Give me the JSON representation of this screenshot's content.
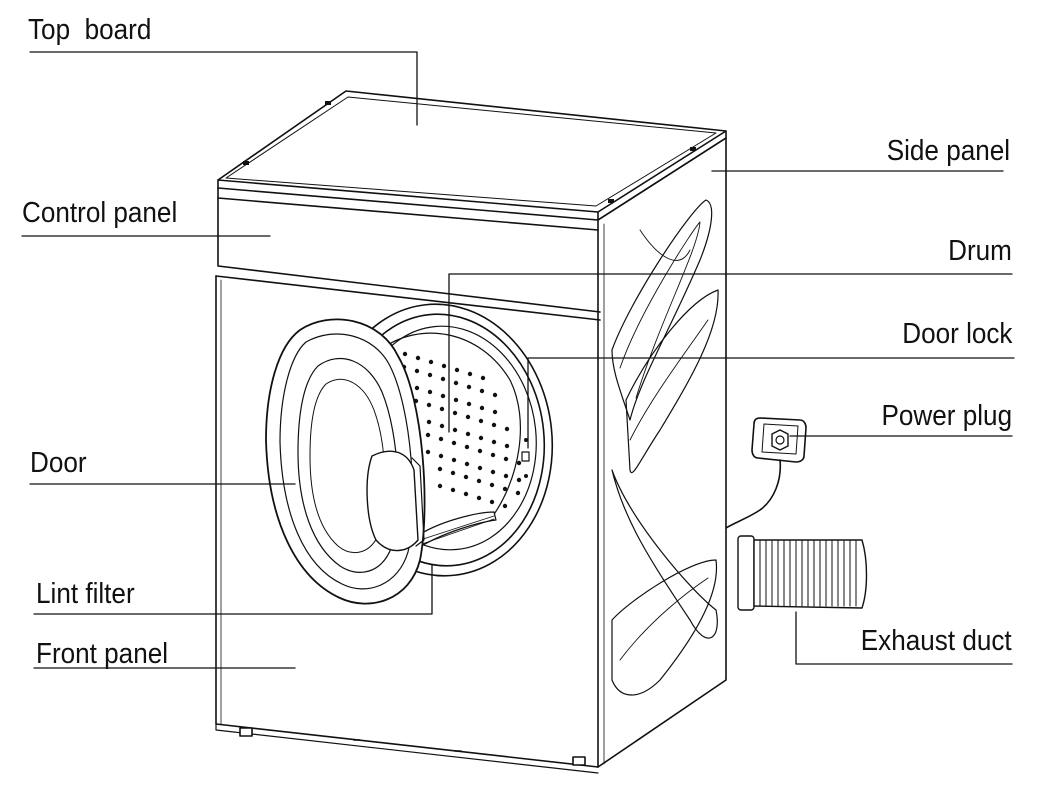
{
  "diagram": {
    "labels": {
      "top_board": "Top  board",
      "control_panel": "Control panel",
      "door": "Door",
      "lint_filter": "Lint filter",
      "front_panel": "Front panel",
      "side_panel": "Side panel",
      "drum": "Drum",
      "door_lock": "Door lock",
      "power_plug": "Power plug",
      "exhaust_duct": "Exhaust duct"
    },
    "colors": {
      "line": "#111111",
      "background": "#ffffff"
    }
  }
}
